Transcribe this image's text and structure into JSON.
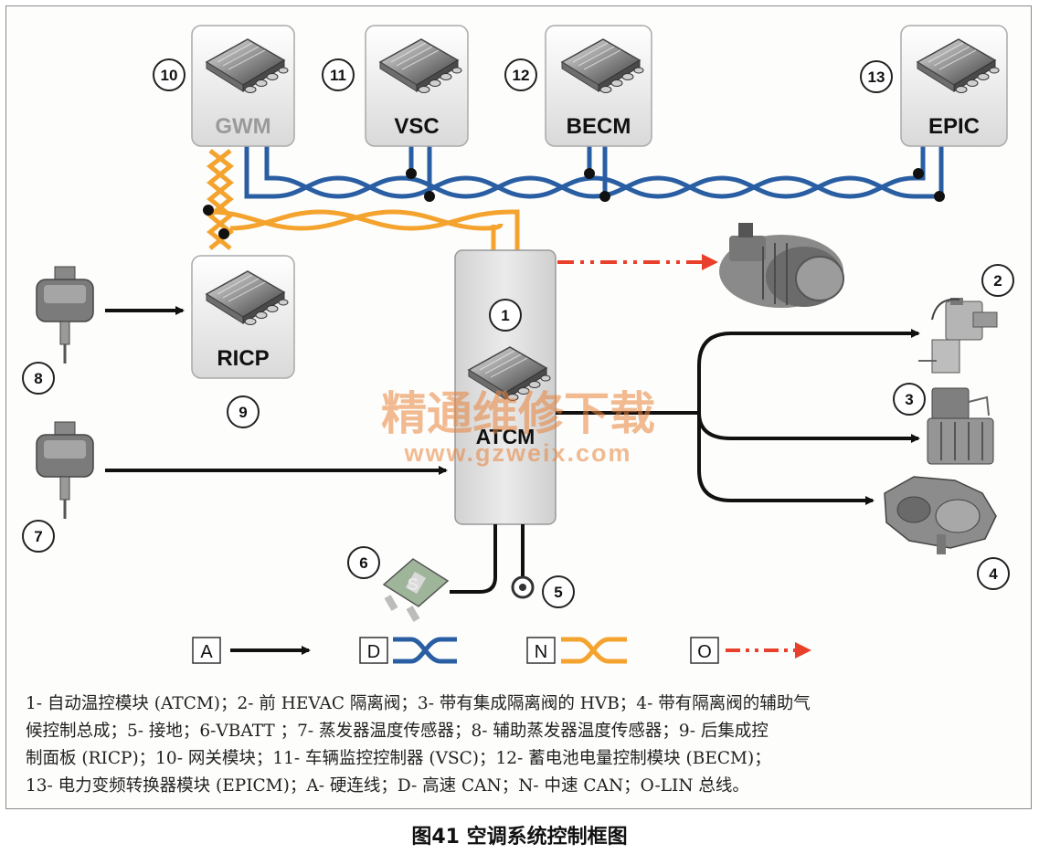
{
  "modules": {
    "gwm": "GWM",
    "vsc": "VSC",
    "becm": "BECM",
    "epic": "EPIC",
    "ricp": "RICP",
    "atcm": "ATCM"
  },
  "numbers": {
    "n1": "1",
    "n2": "2",
    "n3": "3",
    "n4": "4",
    "n5": "5",
    "n6": "6",
    "n7": "7",
    "n8": "8",
    "n9": "9",
    "n10": "10",
    "n11": "11",
    "n12": "12",
    "n13": "13"
  },
  "legend": {
    "a": "A",
    "d": "D",
    "n": "N",
    "o": "O"
  },
  "watermark": {
    "cn": "精通维修下载",
    "url": "www.gzweix.com"
  },
  "description_lines": [
    "1- 自动温控模块 (ATCM)；2- 前 HEVAC 隔离阀；3- 带有集成隔离阀的 HVB；4- 带有隔离阀的辅助气",
    "候控制总成；5- 接地；6-VBATT ；7- 蒸发器温度传感器；8- 辅助蒸发器温度传感器；9- 后集成控",
    "制面板 (RICP)；10- 网关模块；11- 车辆监控控制器 (VSC)；12- 蓄电池电量控制模块 (BECM)；",
    "13- 电力变频转换器模块 (EPICM)；A- 硬连线；D- 高速 CAN；N- 中速 CAN；O-LIN 总线。"
  ],
  "caption": "图41  空调系统控制框图",
  "colors": {
    "hs_can": "#2a5ea3",
    "ms_can": "#f4a32e",
    "lin": "#e8402a",
    "hardwire": "#111111",
    "watermark": "#e8843c"
  }
}
